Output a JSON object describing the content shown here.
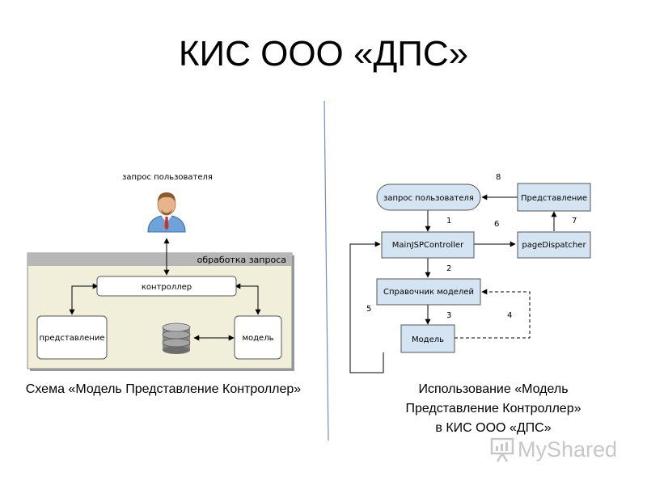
{
  "slide": {
    "title": "КИС ООО «ДПС»"
  },
  "left_diagram": {
    "user_label": "запрос пользователя",
    "panel_label": "обработка запроса",
    "controller": "контроллер",
    "view": "представление",
    "model": "модель"
  },
  "right_diagram": {
    "nodes": {
      "user_request": "запрос пользователя",
      "view": "Представление",
      "main_controller": "MainJSPController",
      "page_dispatcher": "pageDispatcher",
      "model_directory": "Справочник моделей",
      "model": "Модель"
    },
    "step_numbers": {
      "s1": "1",
      "s2": "2",
      "s3": "3",
      "s4": "4",
      "s5": "5",
      "s6": "6",
      "s7": "7",
      "s8": "8"
    }
  },
  "captions": {
    "left": "Схема «Модель Представление Контроллер»",
    "right_line1": "Использование «Модель",
    "right_line2": "Представление Контроллер»",
    "right_line3": "в КИС ООО «ДПС»"
  },
  "watermark": {
    "text": "MyShared"
  },
  "colors": {
    "panel_fill": "#f1eed9",
    "panel_header": "#b7b7b7",
    "node_fill": "#d5e4f2",
    "divider": "#6f8fc0",
    "watermark": "#c7c7c7"
  }
}
